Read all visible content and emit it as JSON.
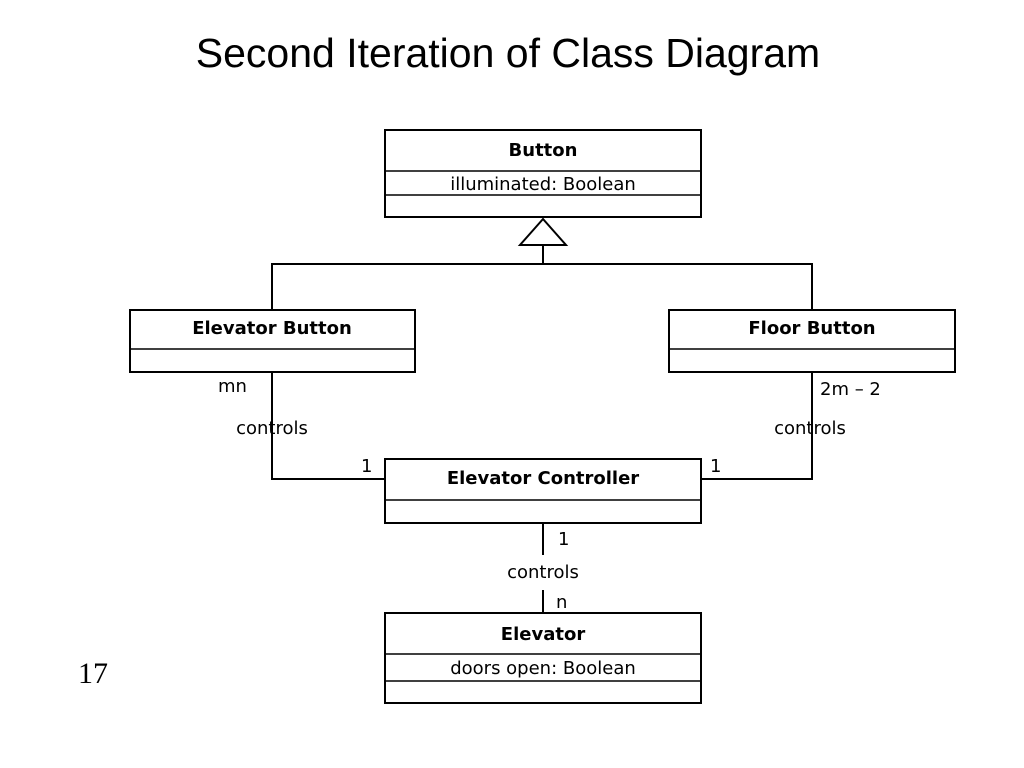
{
  "title": "Second Iteration of Class Diagram",
  "page_number": "17",
  "classes": {
    "button": {
      "name": "Button",
      "attribute": "illuminated: Boolean"
    },
    "elevator_button": {
      "name": "Elevator Button"
    },
    "floor_button": {
      "name": "Floor Button"
    },
    "elevator_controller": {
      "name": "Elevator Controller"
    },
    "elevator": {
      "name": "Elevator",
      "attribute": "doors open: Boolean"
    }
  },
  "associations": {
    "elevator_button_controller": {
      "label": "controls",
      "mult_button": "mn",
      "mult_controller": "1"
    },
    "floor_button_controller": {
      "label": "controls",
      "mult_button": "2m – 2",
      "mult_controller": "1"
    },
    "controller_elevator": {
      "label": "controls",
      "mult_controller": "1",
      "mult_elevator": "n"
    }
  }
}
